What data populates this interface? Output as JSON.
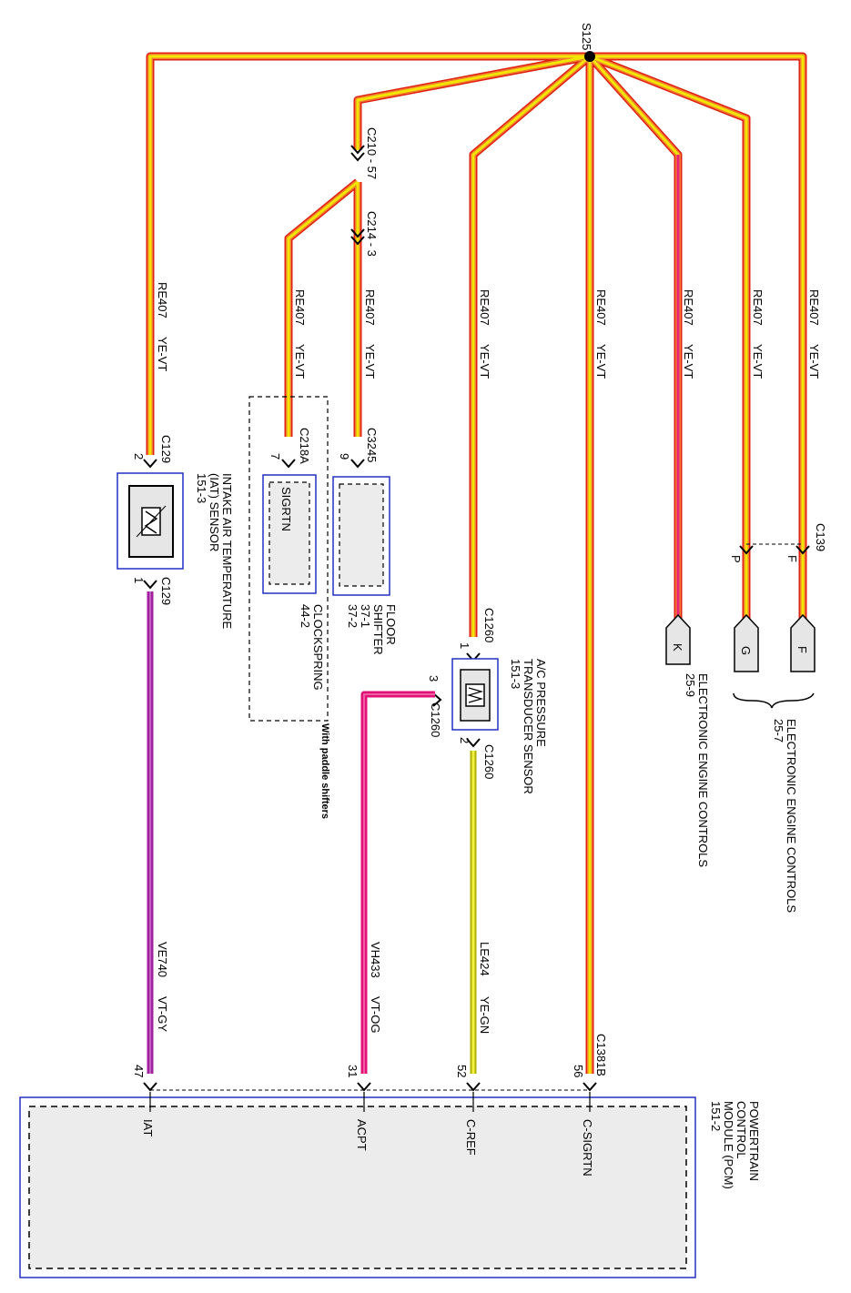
{
  "splice": "S125",
  "wire_code": "RE407",
  "wire_color": "YE-VT",
  "connector_labels": {
    "c210": "C210 - 57",
    "c214": "C214 - 3",
    "c218a": "C218A",
    "c3245": "C3245",
    "c129_top": "C129",
    "c129_bottom": "C129",
    "c1260_top": "C1260",
    "c1260_side": "C1260",
    "c1260_bottom": "C1260",
    "c139": "C139",
    "c1381b": "C1381B"
  },
  "pins": {
    "iat_2": "2",
    "iat_1": "1",
    "clock_7": "7",
    "floor_9": "9",
    "acp_1": "1",
    "acp_3": "3",
    "acp_2": "2",
    "c139_f": "F",
    "c139_p": "P",
    "pcm_47": "47",
    "pcm_31": "31",
    "pcm_52": "52",
    "pcm_56": "56"
  },
  "components": {
    "iat": {
      "name": "INTAKE AIR TEMPERATURE",
      "name2": "(IAT) SENSOR",
      "ref": "151-3"
    },
    "clockspring": {
      "name": "CLOCKSPRING",
      "ref": "44-2",
      "pin_label": "SIGRTN"
    },
    "floor_shifter": {
      "name": "FLOOR",
      "name2": "SHIFTER",
      "ref": "37-1",
      "ref2": "37-2"
    },
    "acp": {
      "name": "A/C PRESSURE",
      "name2": "TRANSDUCER SENSOR",
      "ref": "151-3"
    },
    "pcm": {
      "name": "POWERTRAIN",
      "name2": "CONTROL",
      "name3": "MODULE (PCM)",
      "ref": "151-2"
    }
  },
  "option_note": "With paddle shifters",
  "offpage": {
    "k": {
      "letter": "K",
      "desc": "ELECTRONIC ENGINE CONTROLS",
      "ref": "25-9"
    },
    "g": {
      "letter": "G"
    },
    "f": {
      "letter": "F"
    },
    "gf_desc": "ELECTRONIC ENGINE CONTROLS",
    "gf_ref": "25-7"
  },
  "lower_wires": {
    "iat": {
      "code": "VE740",
      "color": "VT-GY"
    },
    "acpt": {
      "code": "VH433",
      "color": "VT-OG"
    },
    "cref": {
      "code": "LE424",
      "color": "YE-GN"
    }
  },
  "pcm_pins": {
    "iat": "IAT",
    "acpt": "ACPT",
    "cref": "C-REF",
    "csigrtn": "C-SIGRTN"
  },
  "colors": {
    "wire_yellow": "#f2e600",
    "wire_red": "#e02010",
    "wire_orange": "#f08030",
    "violet": "#a020a0",
    "magenta": "#e0107a",
    "blue_outline": "#2030c0",
    "component_fill": "#ececec"
  }
}
